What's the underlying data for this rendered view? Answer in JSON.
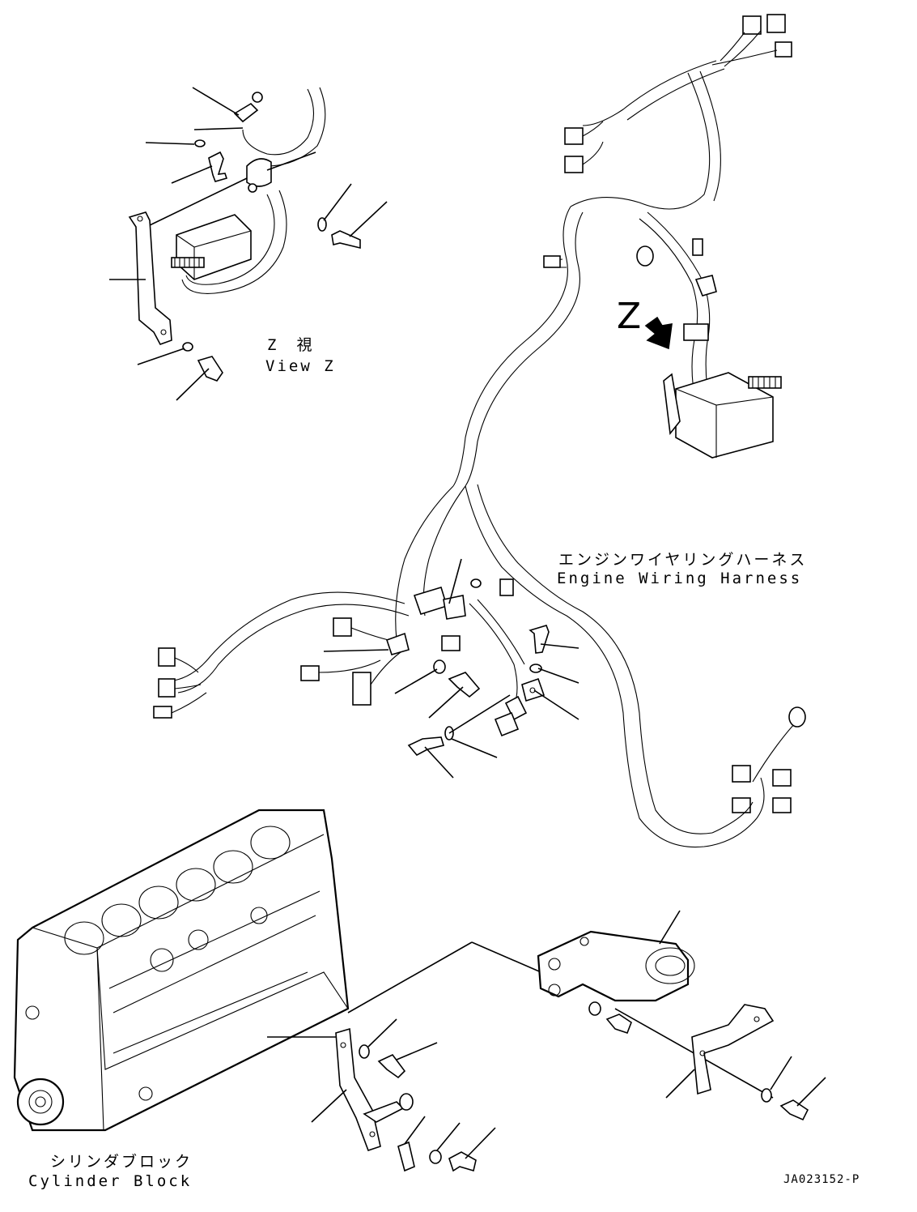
{
  "view_z": {
    "label_jp": "Z　視",
    "label_en": "View Z"
  },
  "z_arrow_letter": "Z",
  "engine_wiring_harness": {
    "label_jp": "エンジンワイヤリングハーネス",
    "label_en": "Engine Wiring Harness"
  },
  "cylinder_block": {
    "label_jp": "シリンダブロック",
    "label_en": "Cylinder Block"
  },
  "drawing_number": "JA023152-P"
}
